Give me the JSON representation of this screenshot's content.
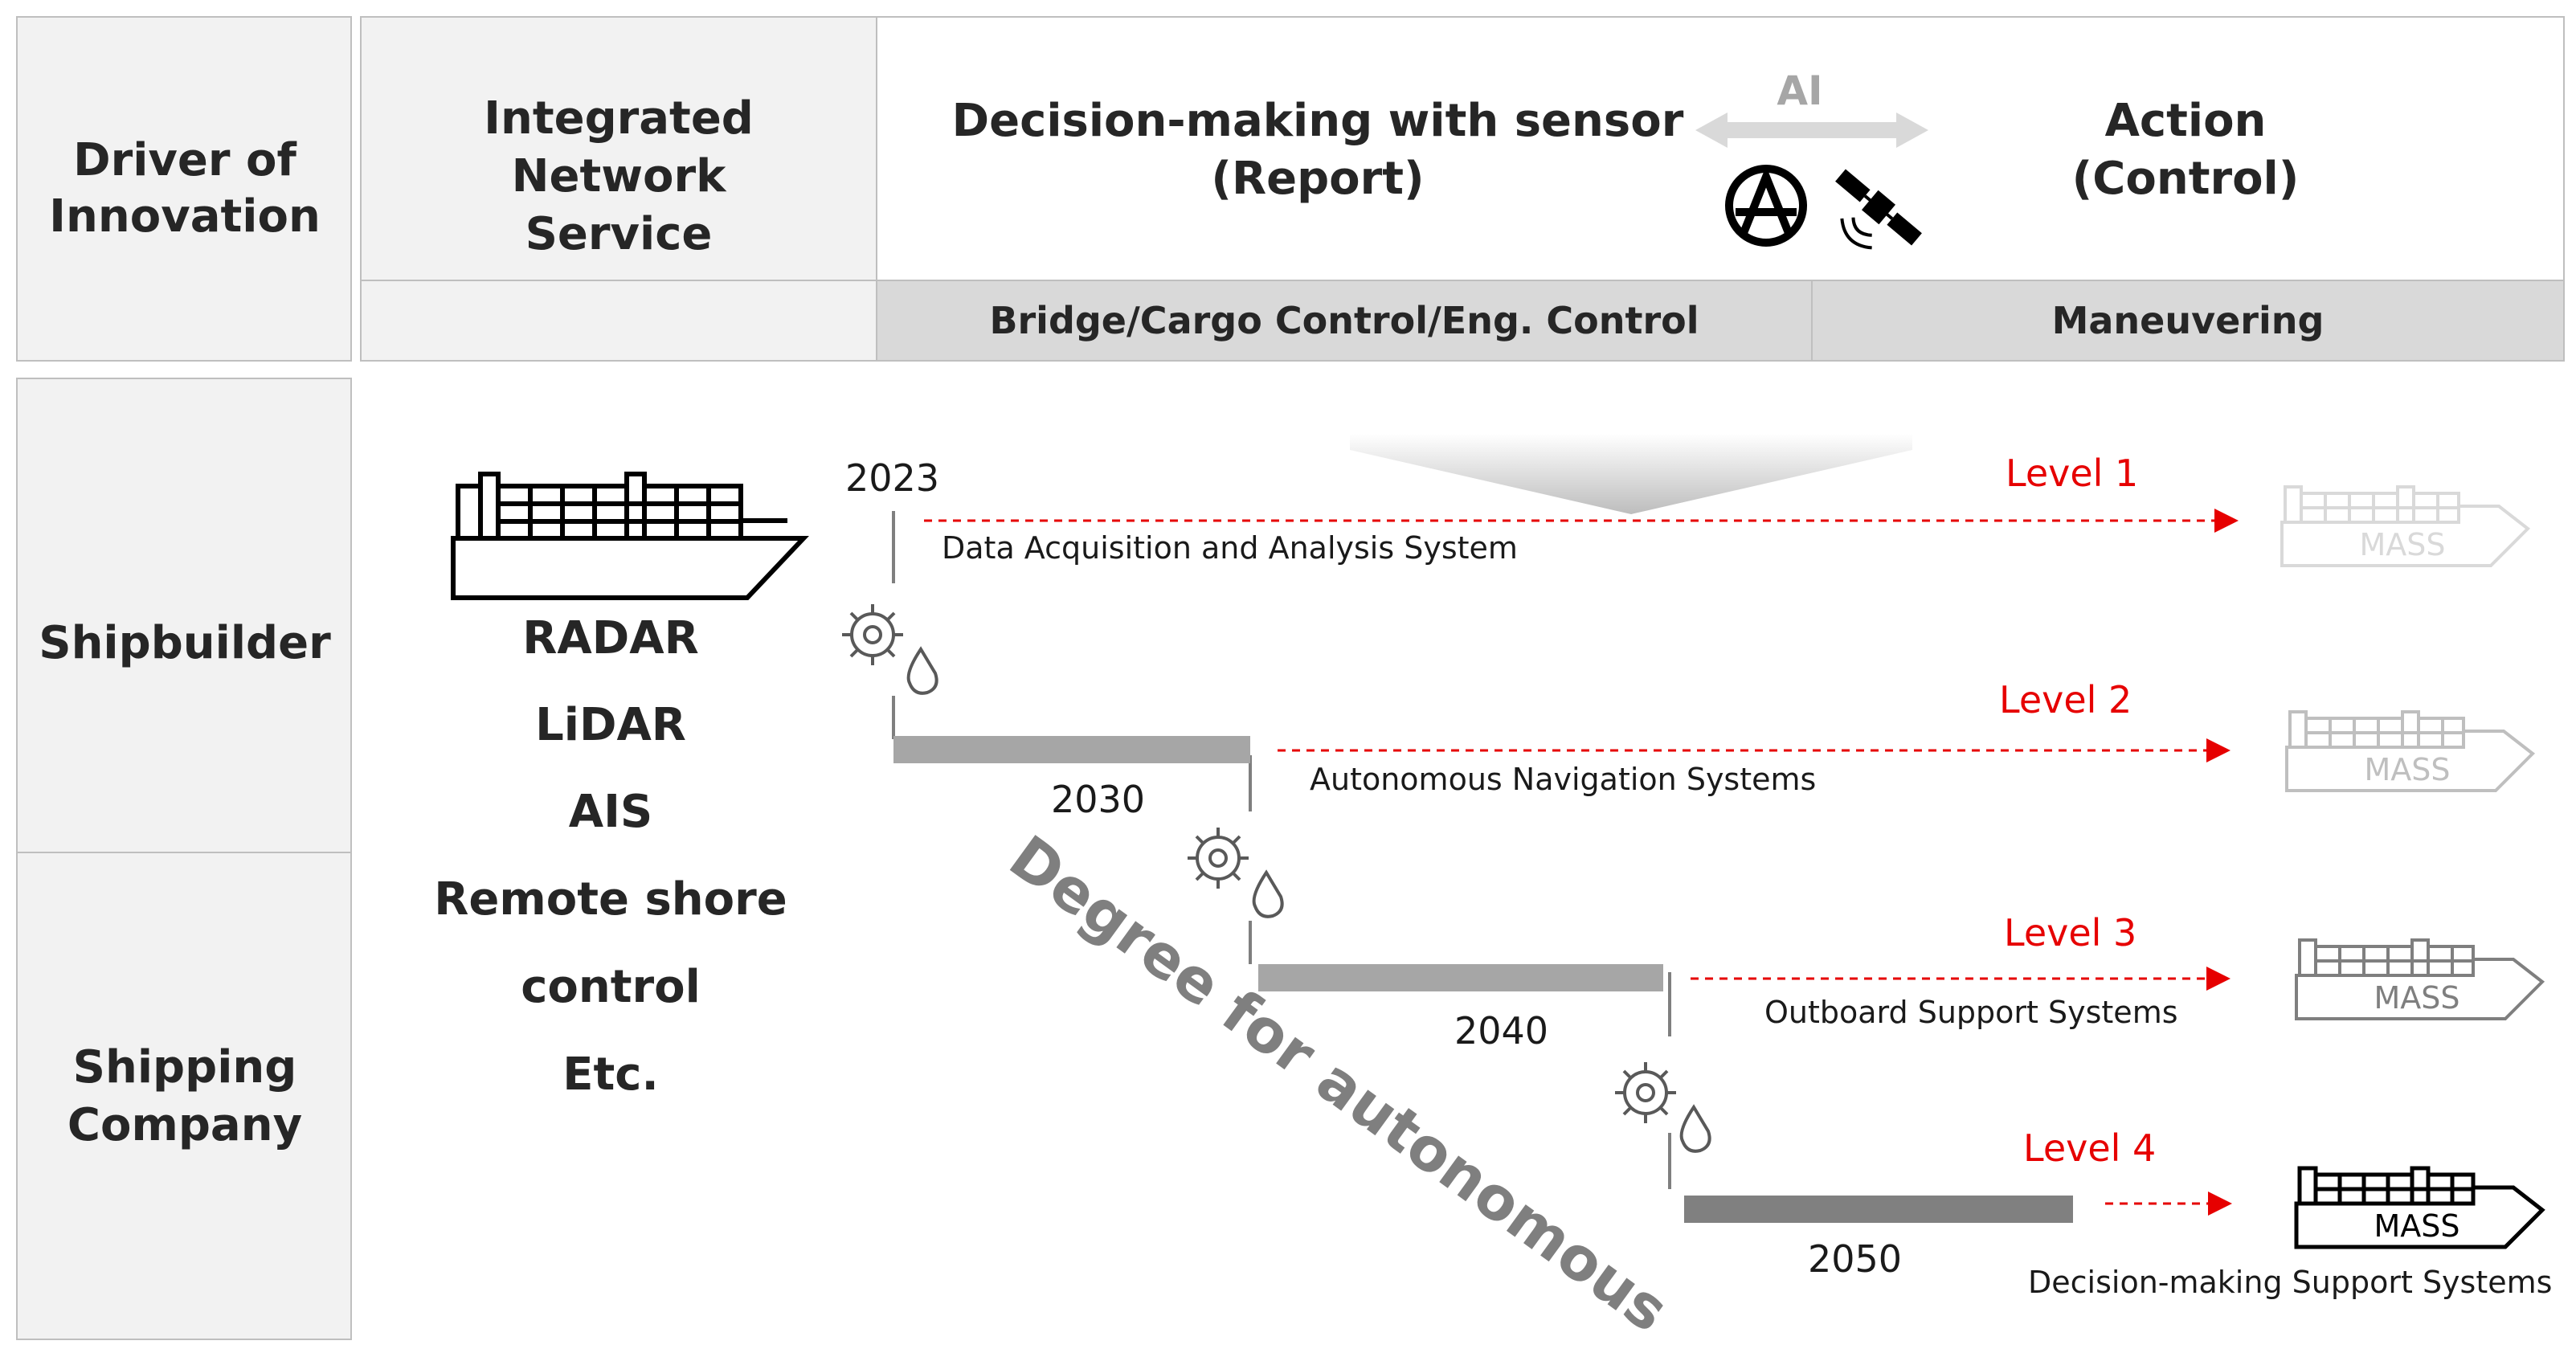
{
  "header": {
    "driver": "Driver of Innovation",
    "integrated": "Integrated Network Service",
    "decision": "Decision-making with sensor",
    "decision_sub": "(Report)",
    "ai_label": "AI",
    "action": "Action",
    "action_sub": "(Control)",
    "bridge": "Bridge/Cargo Control/Eng. Control",
    "maneuvering": "Maneuvering"
  },
  "rows": {
    "shipbuilder": "Shipbuilder",
    "shipping_company": "Shipping Company"
  },
  "sensors": [
    "RADAR",
    "LiDAR",
    "AIS",
    "Remote shore",
    "control",
    "Etc."
  ],
  "diagonal_label": "Degree for autonomous",
  "ship_label": "MASS",
  "stages": [
    {
      "year": "2023",
      "level": "Level 1",
      "system": "Data Acquisition and Analysis System"
    },
    {
      "year": "2030",
      "level": "Level 2",
      "system": "Autonomous Navigation Systems"
    },
    {
      "year": "2040",
      "level": "Level 3",
      "system": "Outboard Support Systems"
    },
    {
      "year": "2050",
      "level": "Level 4",
      "system": "Decision-making Support Systems"
    }
  ],
  "colors": {
    "header_gray": "#f2f2f2",
    "subheader_gray": "#d9d9d9",
    "border": "#bfbfbf",
    "level_red": "#e60000",
    "step_bar": "#a6a6a6",
    "step_bar_dark": "#808080"
  }
}
